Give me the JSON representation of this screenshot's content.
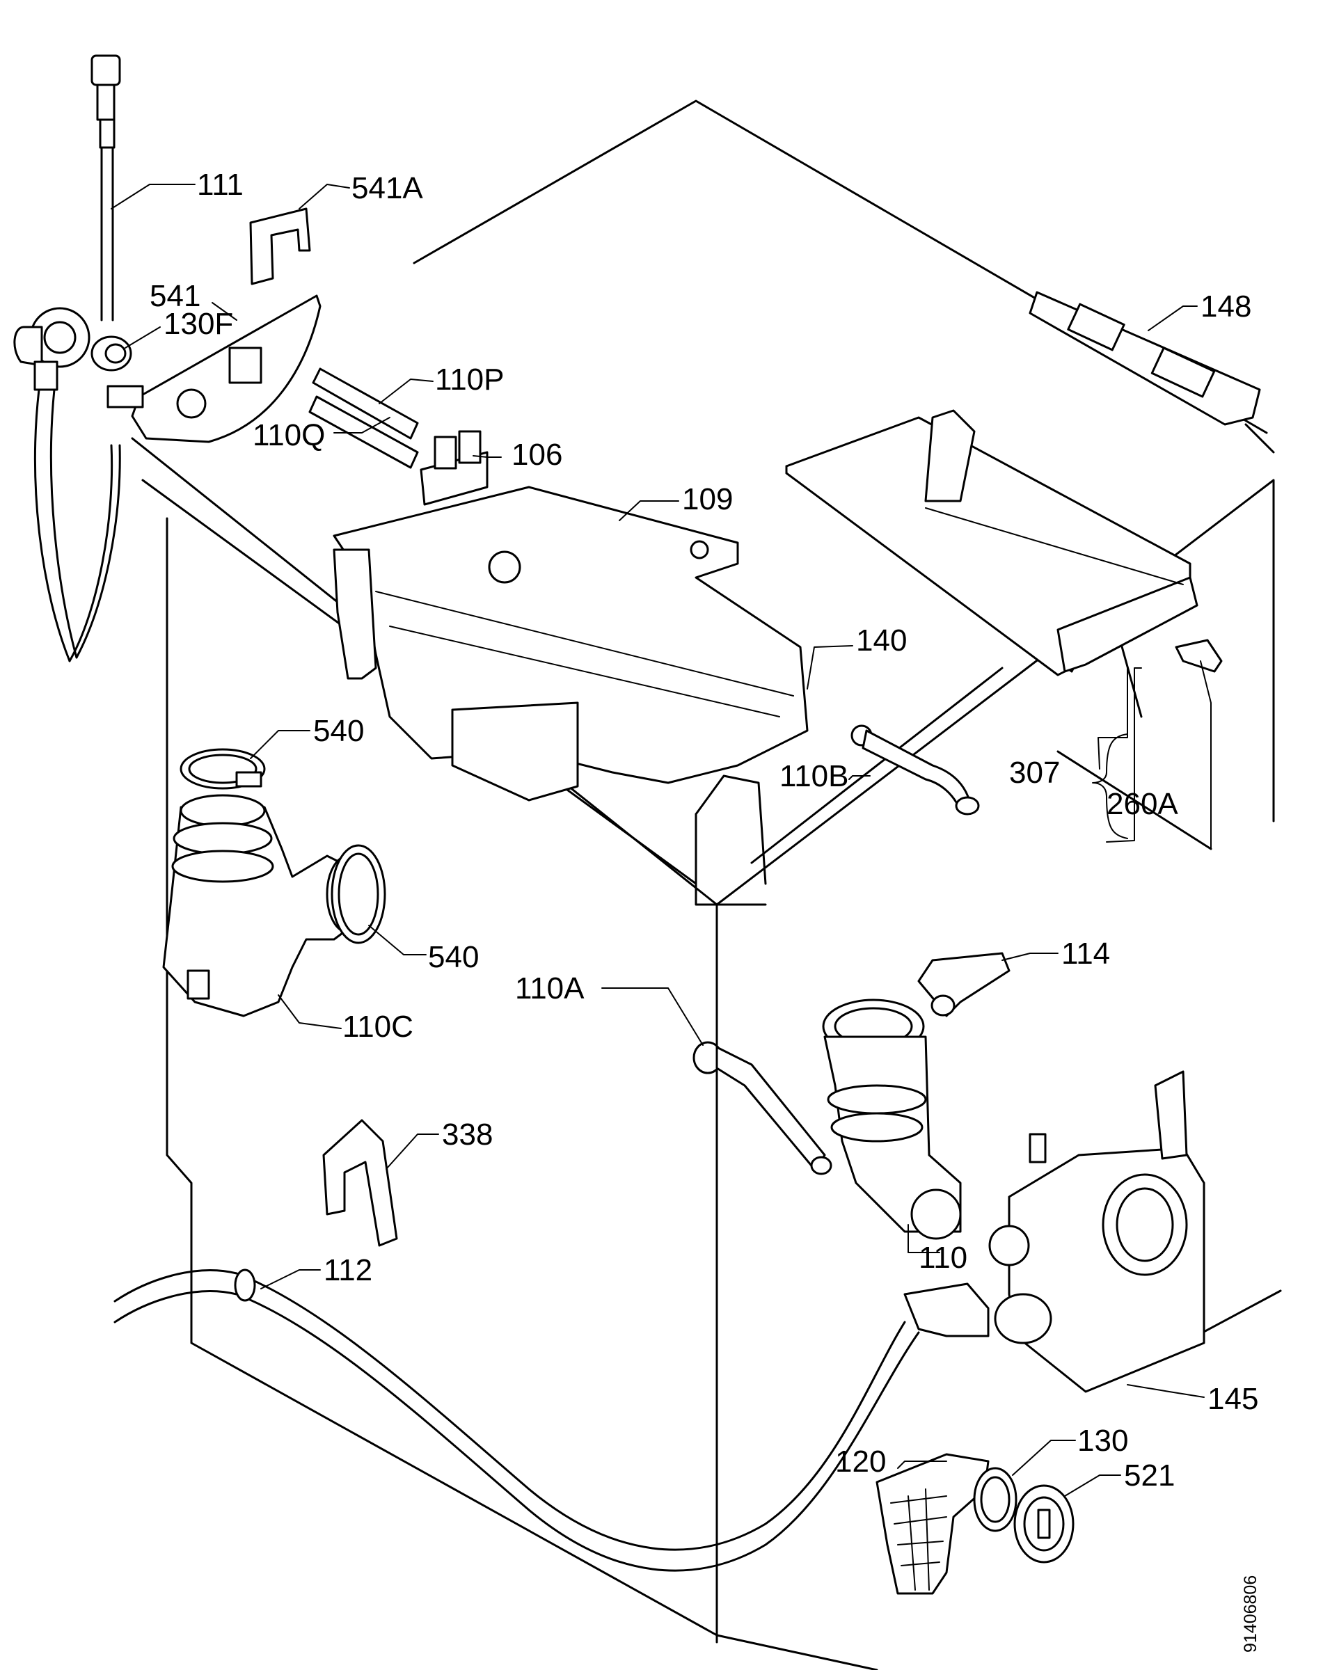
{
  "labels": {
    "p111": "111",
    "p541a": "541A",
    "p541": "541",
    "p130f": "130F",
    "p110p": "110P",
    "p110q": "110Q",
    "p106": "106",
    "p109": "109",
    "p148": "148",
    "p140": "140",
    "p540_top": "540",
    "p540_bottom": "540",
    "p110b": "110B",
    "p307": "307",
    "p260a": "260A",
    "p110c": "110C",
    "p110a": "110A",
    "p114": "114",
    "p338": "338",
    "p110": "110",
    "p112": "112",
    "p145": "145",
    "p130": "130",
    "p120": "120",
    "p521": "521",
    "drawing_number": "91406806"
  }
}
